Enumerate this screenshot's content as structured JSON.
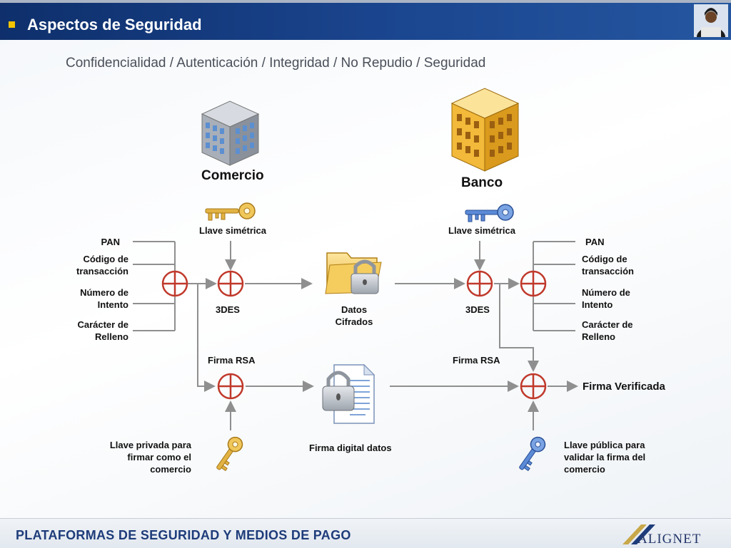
{
  "header": {
    "title": "Aspectos de Seguridad",
    "avatar_icon": "presenter-avatar-icon"
  },
  "subtitle": "Confidencialidad / Autenticación / Integridad / No Repudio / Seguridad",
  "left": {
    "building_label": "Comercio",
    "key_label": "Llave simétrica",
    "inputs": [
      "PAN",
      "Código de transacción",
      "Número de Intento",
      "Carácter de Relleno"
    ],
    "cipher_label": "3DES",
    "sign_label": "Firma RSA",
    "private_key_label": "Llave privada para firmar como  el comercio"
  },
  "center": {
    "encrypted_label": "Datos Cifrados",
    "signature_label": "Firma digital datos"
  },
  "right": {
    "building_label": "Banco",
    "key_label": "Llave simétrica",
    "outputs": [
      "PAN",
      "Código de transacción",
      "Número de Intento",
      "Carácter de Relleno"
    ],
    "cipher_label": "3DES",
    "sign_label": "Firma RSA",
    "verified_label": "Firma Verificada",
    "public_key_label": "Llave pública para validar la firma del comercio"
  },
  "colors": {
    "operator": "#c0392b",
    "line": "#8f8f8f",
    "gold_key": "#e2b343",
    "blue_key": "#3b6fc4",
    "header": "#1b4690"
  },
  "footer": {
    "text": "PLATAFORMAS DE SEGURIDAD Y MEDIOS DE PAGO",
    "logo": "ALIGNET"
  }
}
